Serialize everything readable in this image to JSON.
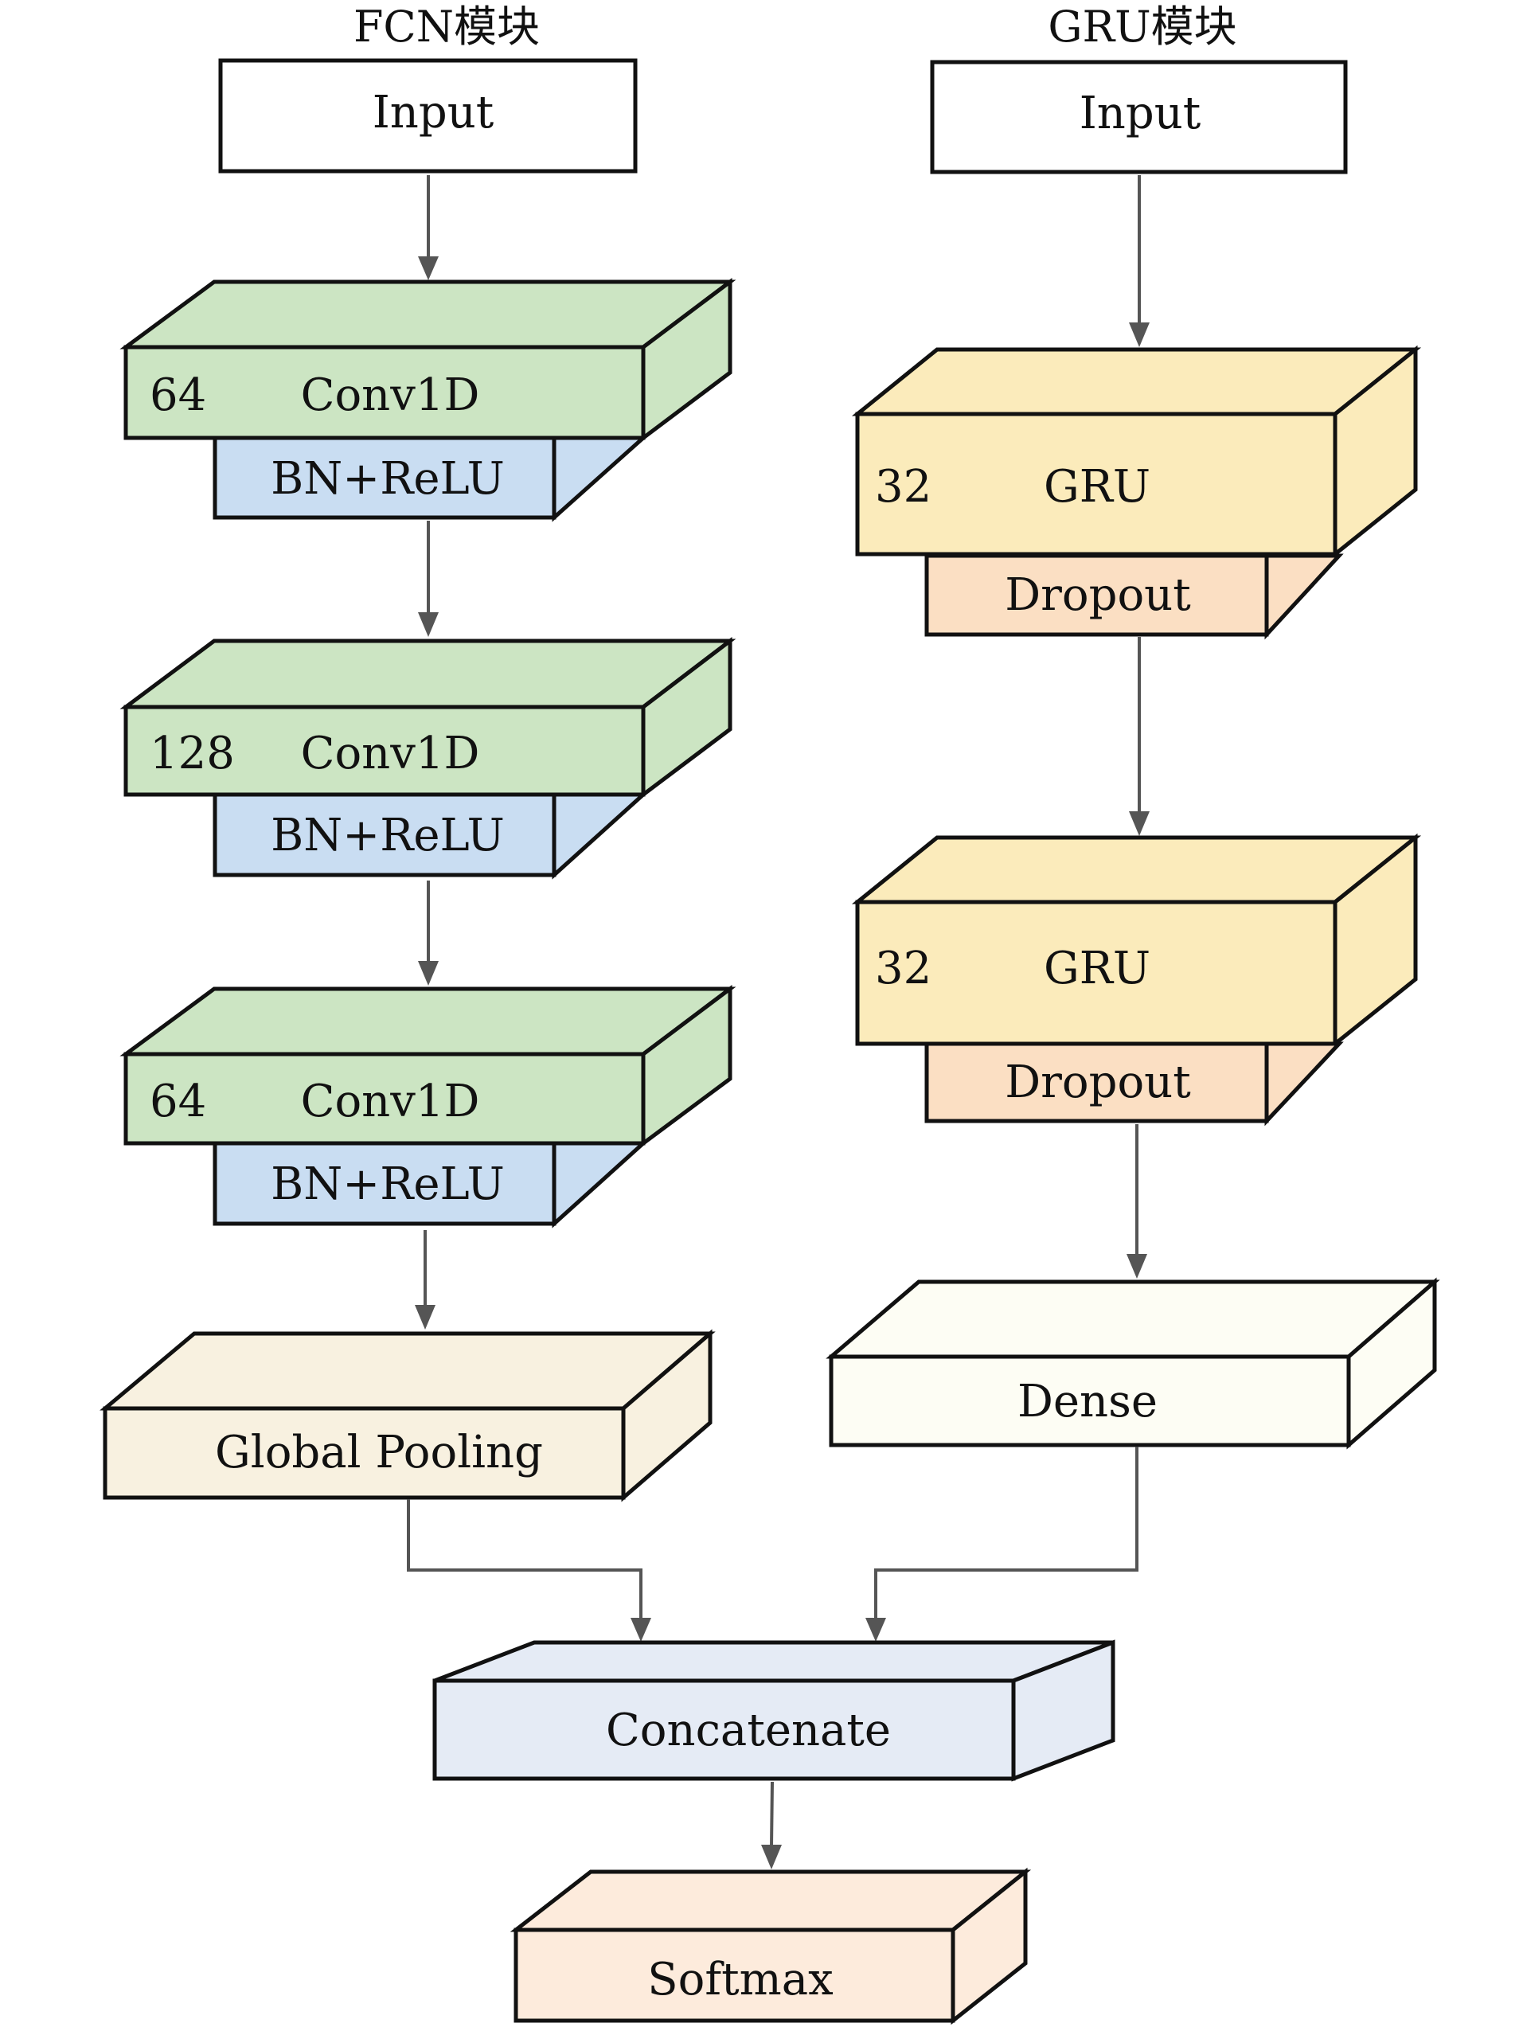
{
  "diagram": {
    "fcn_module": {
      "title": "FCN模块",
      "input_label": "Input",
      "conv_blocks": [
        {
          "filters": "64",
          "label": "Conv1D",
          "norm_label": "BN+ReLU"
        },
        {
          "filters": "128",
          "label": "Conv1D",
          "norm_label": "BN+ReLU"
        },
        {
          "filters": "64",
          "label": "Conv1D",
          "norm_label": "BN+ReLU"
        }
      ],
      "pooling_label": "Global Pooling"
    },
    "gru_module": {
      "title": "GRU模块",
      "input_label": "Input",
      "gru_blocks": [
        {
          "units": "32",
          "label": "GRU",
          "dropout_label": "Dropout"
        },
        {
          "units": "32",
          "label": "GRU",
          "dropout_label": "Dropout"
        }
      ],
      "dense_label": "Dense"
    },
    "merge": {
      "concat_label": "Concatenate",
      "output_label": "Softmax"
    },
    "colors": {
      "conv": "#cce5c3",
      "bn": "#c9ddf2",
      "gru": "#fbebbb",
      "dropout": "#fbdfc3",
      "pooling": "#f8f1e0",
      "dense": "#fdfdf4",
      "concat": "#e5ebf5",
      "softmax": "#fdebdc",
      "arrow": "#555555"
    }
  }
}
